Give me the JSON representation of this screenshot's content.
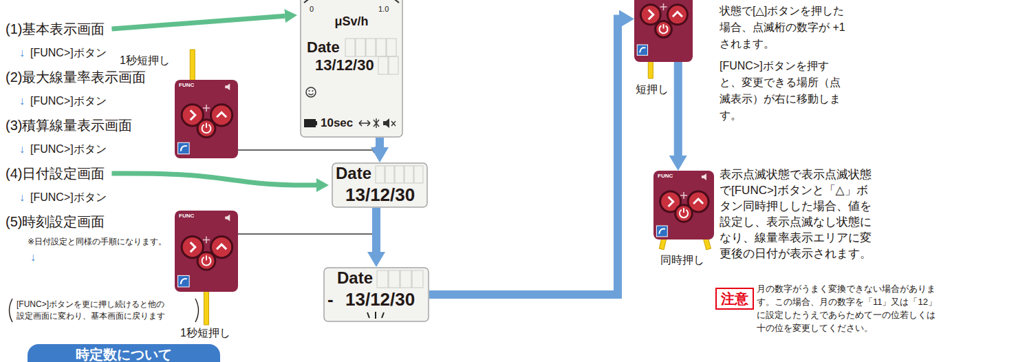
{
  "diagram": {
    "nodes": [
      {
        "text": [
          "0",
          "1.0",
          "μSv/h",
          "Date",
          "13/12/30",
          "10sec"
        ]
      },
      {
        "text": [
          "FUNC",
          "1秒短押し"
        ]
      },
      {
        "text": [
          "Date",
          "13/12/30"
        ]
      },
      {
        "text": [
          "FUNC",
          "1秒短押し"
        ]
      },
      {
        "text": [
          "Date",
          "-",
          "13/12/30"
        ]
      },
      {
        "text": [
          "短押し"
        ]
      },
      {
        "text": [
          "FUNC",
          "同時押し"
        ]
      },
      {
        "text": [
          "注意"
        ]
      },
      {
        "text": [
          "時定数について"
        ]
      }
    ],
    "edges": [
      {
        "from": 0,
        "to": 2,
        "arrow": "to"
      },
      {
        "from": 2,
        "to": 4,
        "arrow": "to"
      },
      {
        "from": 4,
        "to": 5,
        "arrow": "to"
      },
      {
        "from": 5,
        "to": 6,
        "arrow": "to"
      }
    ],
    "labels": [
      "(1)基本表示画面",
      "↓",
      "[FUNC>]ボタン",
      "(2)最大線量率表示画面",
      "↓",
      "[FUNC>]ボタン",
      "(3)積算線量表示画面",
      "↓",
      "[FUNC>]ボタン",
      "(4)日付設定画面",
      "↓",
      "[FUNC>]ボタン",
      "(5)時刻設定画面",
      "※日付設定と同様の手順になります。",
      "↓",
      "[FUNC>]ボタンを更に押し続けると他の 設定画面に変わり、基本画面に戻ります",
      "状態で[△]ボタンを押した場合、点滅桁の数字が +1 されます。",
      "[FUNC>]ボタンを押すと、変更できる場所（点滅表示）が右に移動します。",
      "表示点滅状態で表示点滅状態で[FUNC>]ボタンと「△」ボタン同時押しした場合、値を設定し、表示点滅なし状態になり、線量率表示エリアに変更後の日付が表示されます。",
      "月の数字がうまく変換できない場合があります。この場合、月の数字を「11」又は「12」に設定したうえであらためて一の位若しくは十の位を変更してください。"
    ]
  }
}
